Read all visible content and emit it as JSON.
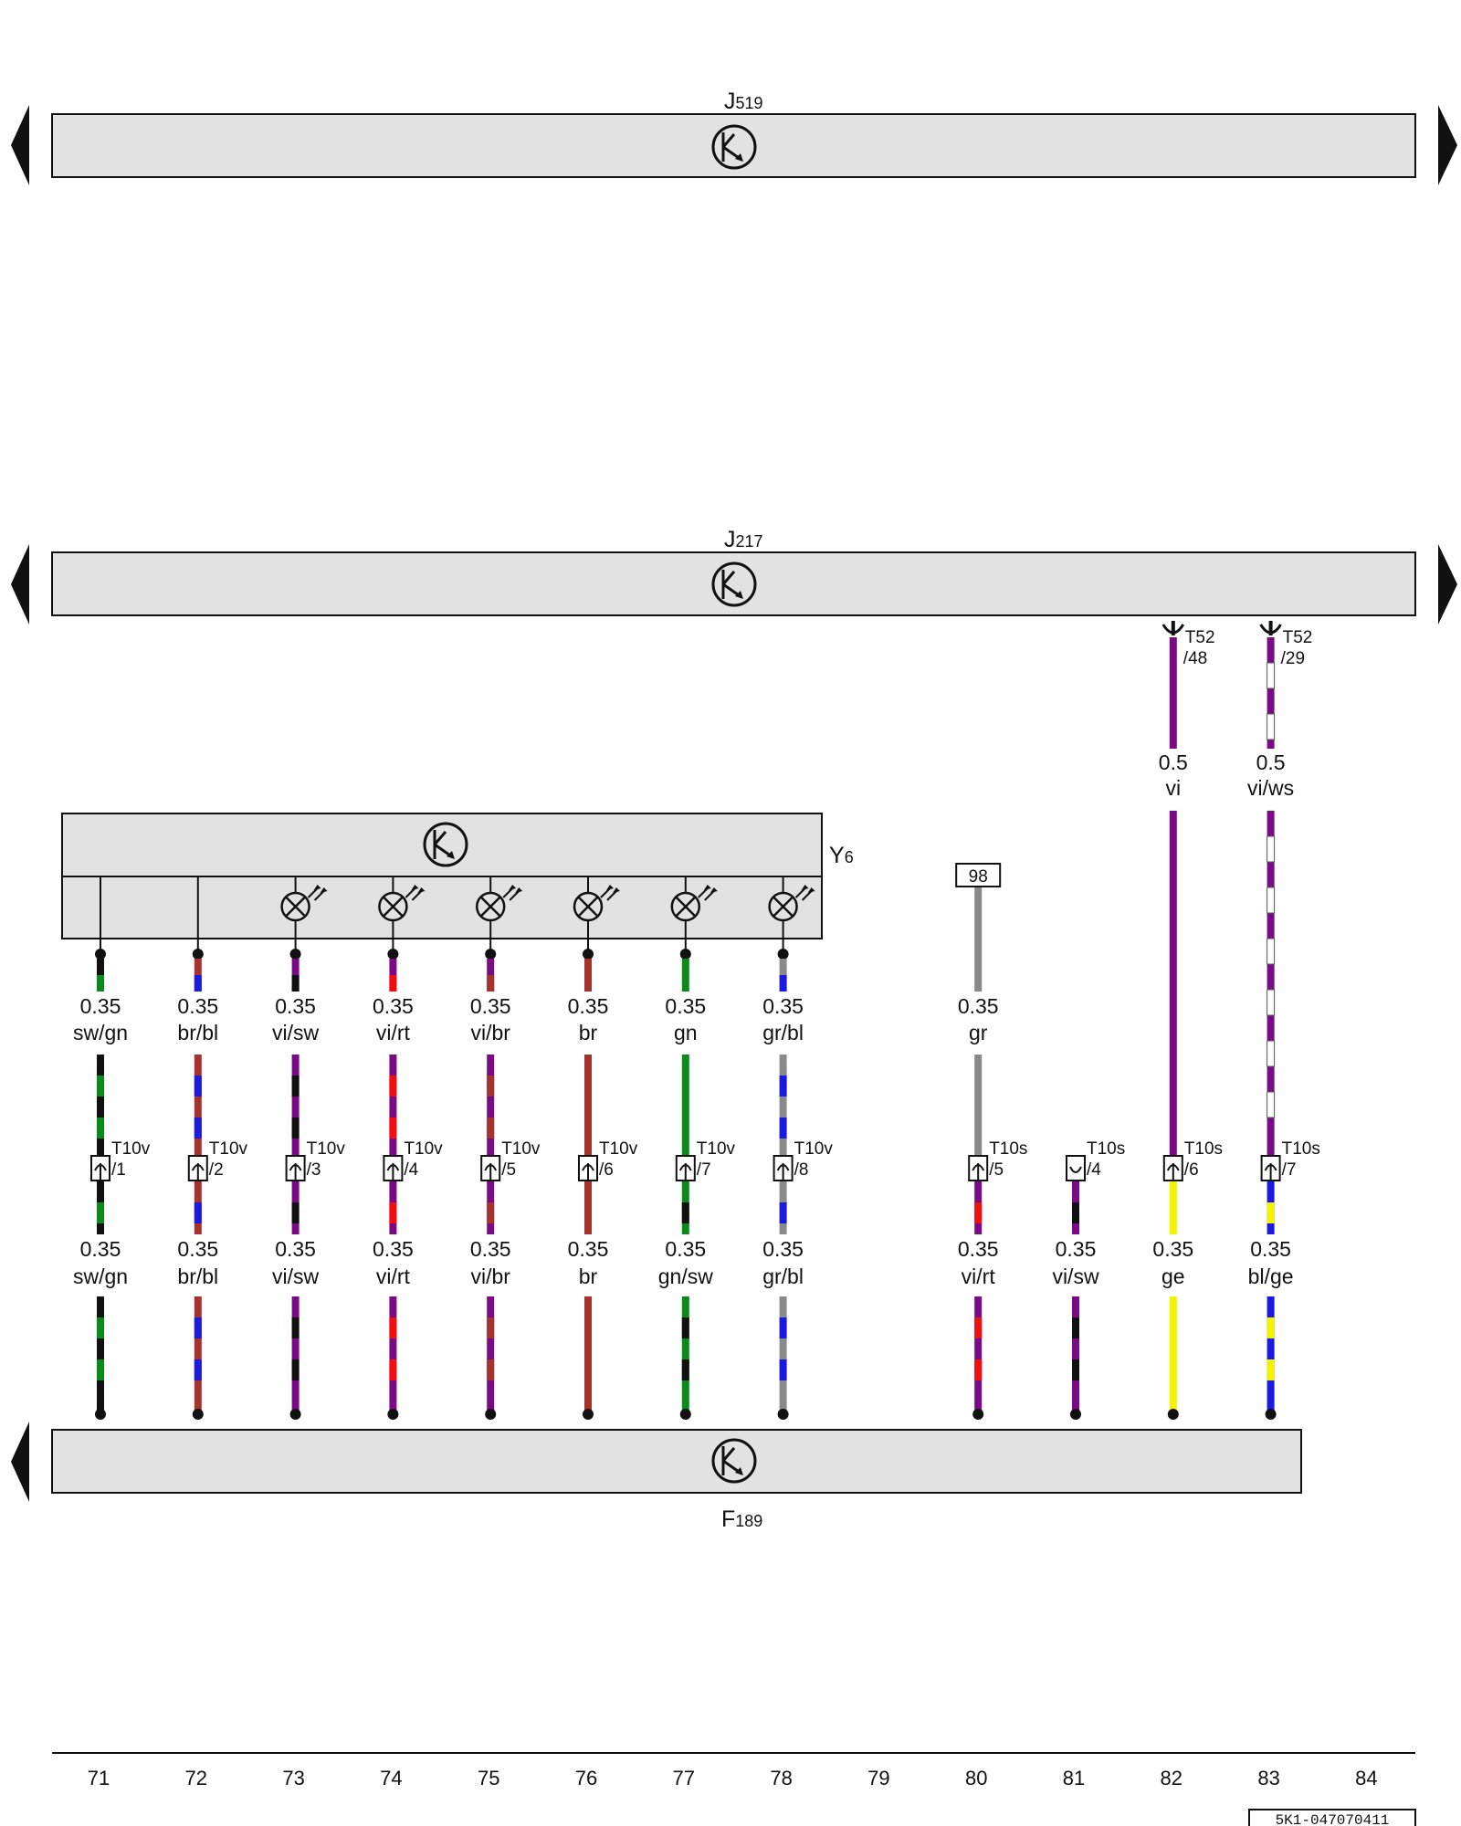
{
  "components": {
    "j519": {
      "prefix": "J",
      "sub": "519"
    },
    "j217": {
      "prefix": "J",
      "sub": "217"
    },
    "y6": {
      "prefix": "Y",
      "sub": "6"
    },
    "f189": {
      "prefix": "F",
      "sub": "189"
    }
  },
  "colors": {
    "sw": "#111111",
    "gn": "#0a8a1a",
    "br": "#a6322e",
    "bl": "#1a1ae0",
    "vi": "#7a0a85",
    "rt": "#f01010",
    "gr": "#8a8a8a",
    "ge": "#f5f200",
    "ws": "#ffffff"
  },
  "upper_wires": [
    {
      "col": "82",
      "gauge": "0.5",
      "color": "vi",
      "pin_top": "T52",
      "pin_bot": "/48"
    },
    {
      "col": "83",
      "gauge": "0.5",
      "color": "vi/ws",
      "pin_top": "T52",
      "pin_bot": "/29"
    }
  ],
  "y6_wires": [
    {
      "col": "71",
      "gauge": "0.35",
      "color": "sw/gn",
      "lamp": false
    },
    {
      "col": "72",
      "gauge": "0.35",
      "color": "br/bl",
      "lamp": false
    },
    {
      "col": "73",
      "gauge": "0.35",
      "color": "vi/sw",
      "lamp": true
    },
    {
      "col": "74",
      "gauge": "0.35",
      "color": "vi/rt",
      "lamp": true
    },
    {
      "col": "75",
      "gauge": "0.35",
      "color": "vi/br",
      "lamp": true
    },
    {
      "col": "76",
      "gauge": "0.35",
      "color": "br",
      "lamp": true
    },
    {
      "col": "77",
      "gauge": "0.35",
      "color": "gn",
      "lamp": true
    },
    {
      "col": "78",
      "gauge": "0.35",
      "color": "gr/bl",
      "lamp": true
    }
  ],
  "ref_box": {
    "col": "80",
    "label": "98"
  },
  "ref_wire": {
    "col": "80",
    "gauge": "0.35",
    "color": "gr"
  },
  "connectors": [
    {
      "col": "71",
      "name": "T10v",
      "pin": "/1",
      "female": false
    },
    {
      "col": "72",
      "name": "T10v",
      "pin": "/2",
      "female": false
    },
    {
      "col": "73",
      "name": "T10v",
      "pin": "/3",
      "female": false
    },
    {
      "col": "74",
      "name": "T10v",
      "pin": "/4",
      "female": false
    },
    {
      "col": "75",
      "name": "T10v",
      "pin": "/5",
      "female": false
    },
    {
      "col": "76",
      "name": "T10v",
      "pin": "/6",
      "female": false
    },
    {
      "col": "77",
      "name": "T10v",
      "pin": "/7",
      "female": false
    },
    {
      "col": "78",
      "name": "T10v",
      "pin": "/8",
      "female": false
    },
    {
      "col": "80",
      "name": "T10s",
      "pin": "/5",
      "female": false
    },
    {
      "col": "81",
      "name": "T10s",
      "pin": "/4",
      "female": true
    },
    {
      "col": "82",
      "name": "T10s",
      "pin": "/6",
      "female": false
    },
    {
      "col": "83",
      "name": "T10s",
      "pin": "/7",
      "female": false
    }
  ],
  "lower_wires": [
    {
      "col": "71",
      "gauge": "0.35",
      "color": "sw/gn"
    },
    {
      "col": "72",
      "gauge": "0.35",
      "color": "br/bl"
    },
    {
      "col": "73",
      "gauge": "0.35",
      "color": "vi/sw"
    },
    {
      "col": "74",
      "gauge": "0.35",
      "color": "vi/rt"
    },
    {
      "col": "75",
      "gauge": "0.35",
      "color": "vi/br"
    },
    {
      "col": "76",
      "gauge": "0.35",
      "color": "br"
    },
    {
      "col": "77",
      "gauge": "0.35",
      "color": "gn/sw"
    },
    {
      "col": "78",
      "gauge": "0.35",
      "color": "gr/bl"
    },
    {
      "col": "80",
      "gauge": "0.35",
      "color": "vi/rt"
    },
    {
      "col": "81",
      "gauge": "0.35",
      "color": "vi/sw"
    },
    {
      "col": "82",
      "gauge": "0.35",
      "color": "ge"
    },
    {
      "col": "83",
      "gauge": "0.35",
      "color": "bl/ge"
    }
  ],
  "columns": [
    "71",
    "72",
    "73",
    "74",
    "75",
    "76",
    "77",
    "78",
    "79",
    "80",
    "81",
    "82",
    "83",
    "84"
  ],
  "part_number": "5K1-047070411"
}
